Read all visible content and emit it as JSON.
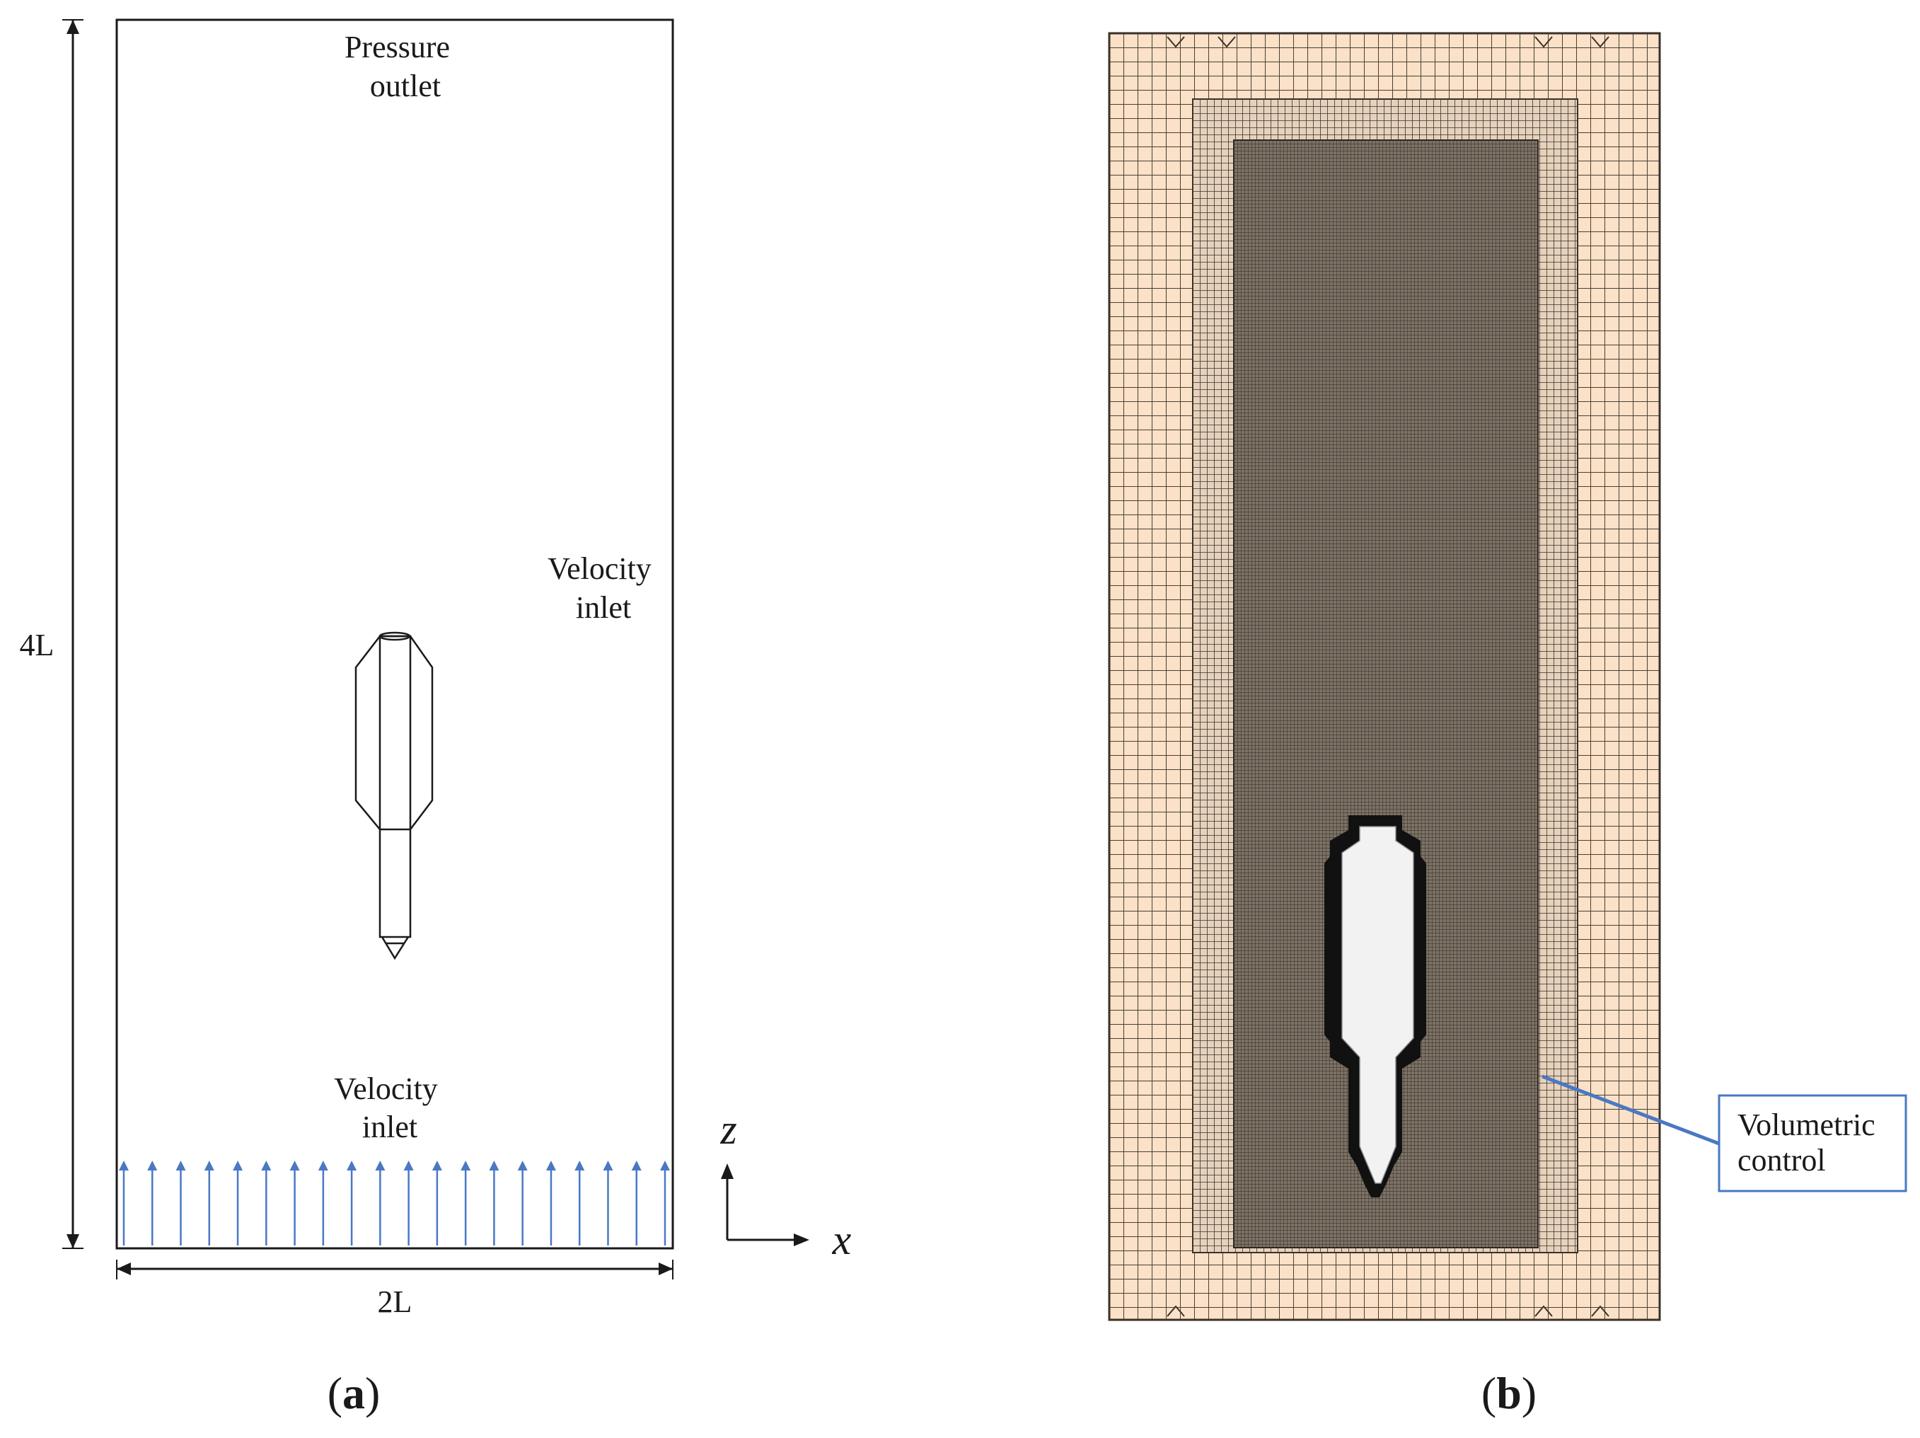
{
  "panel_a": {
    "label_letter": "a",
    "pressure_outlet": [
      "Pressure",
      "outlet"
    ],
    "velocity_inlet_side": [
      "Velocity",
      "inlet"
    ],
    "velocity_inlet_bottom": [
      "Velocity",
      "inlet"
    ],
    "dim_height": "4L",
    "dim_width": "2L",
    "axis_z": "z",
    "axis_x": "x",
    "inflow_arrow_count": 20,
    "colors": {
      "outline": "#1a1a1a",
      "inflow_arrows": "#4a78c4"
    }
  },
  "panel_b": {
    "label_letter": "b",
    "callout": [
      "Volumetric",
      "control"
    ],
    "colors": {
      "outer_mesh_fill": "#fbe1c7",
      "mesh_lines": "#3a3128",
      "refined_region": "#5e554b",
      "body": "#f2f2f2",
      "callout_line": "#4a78c4"
    }
  }
}
